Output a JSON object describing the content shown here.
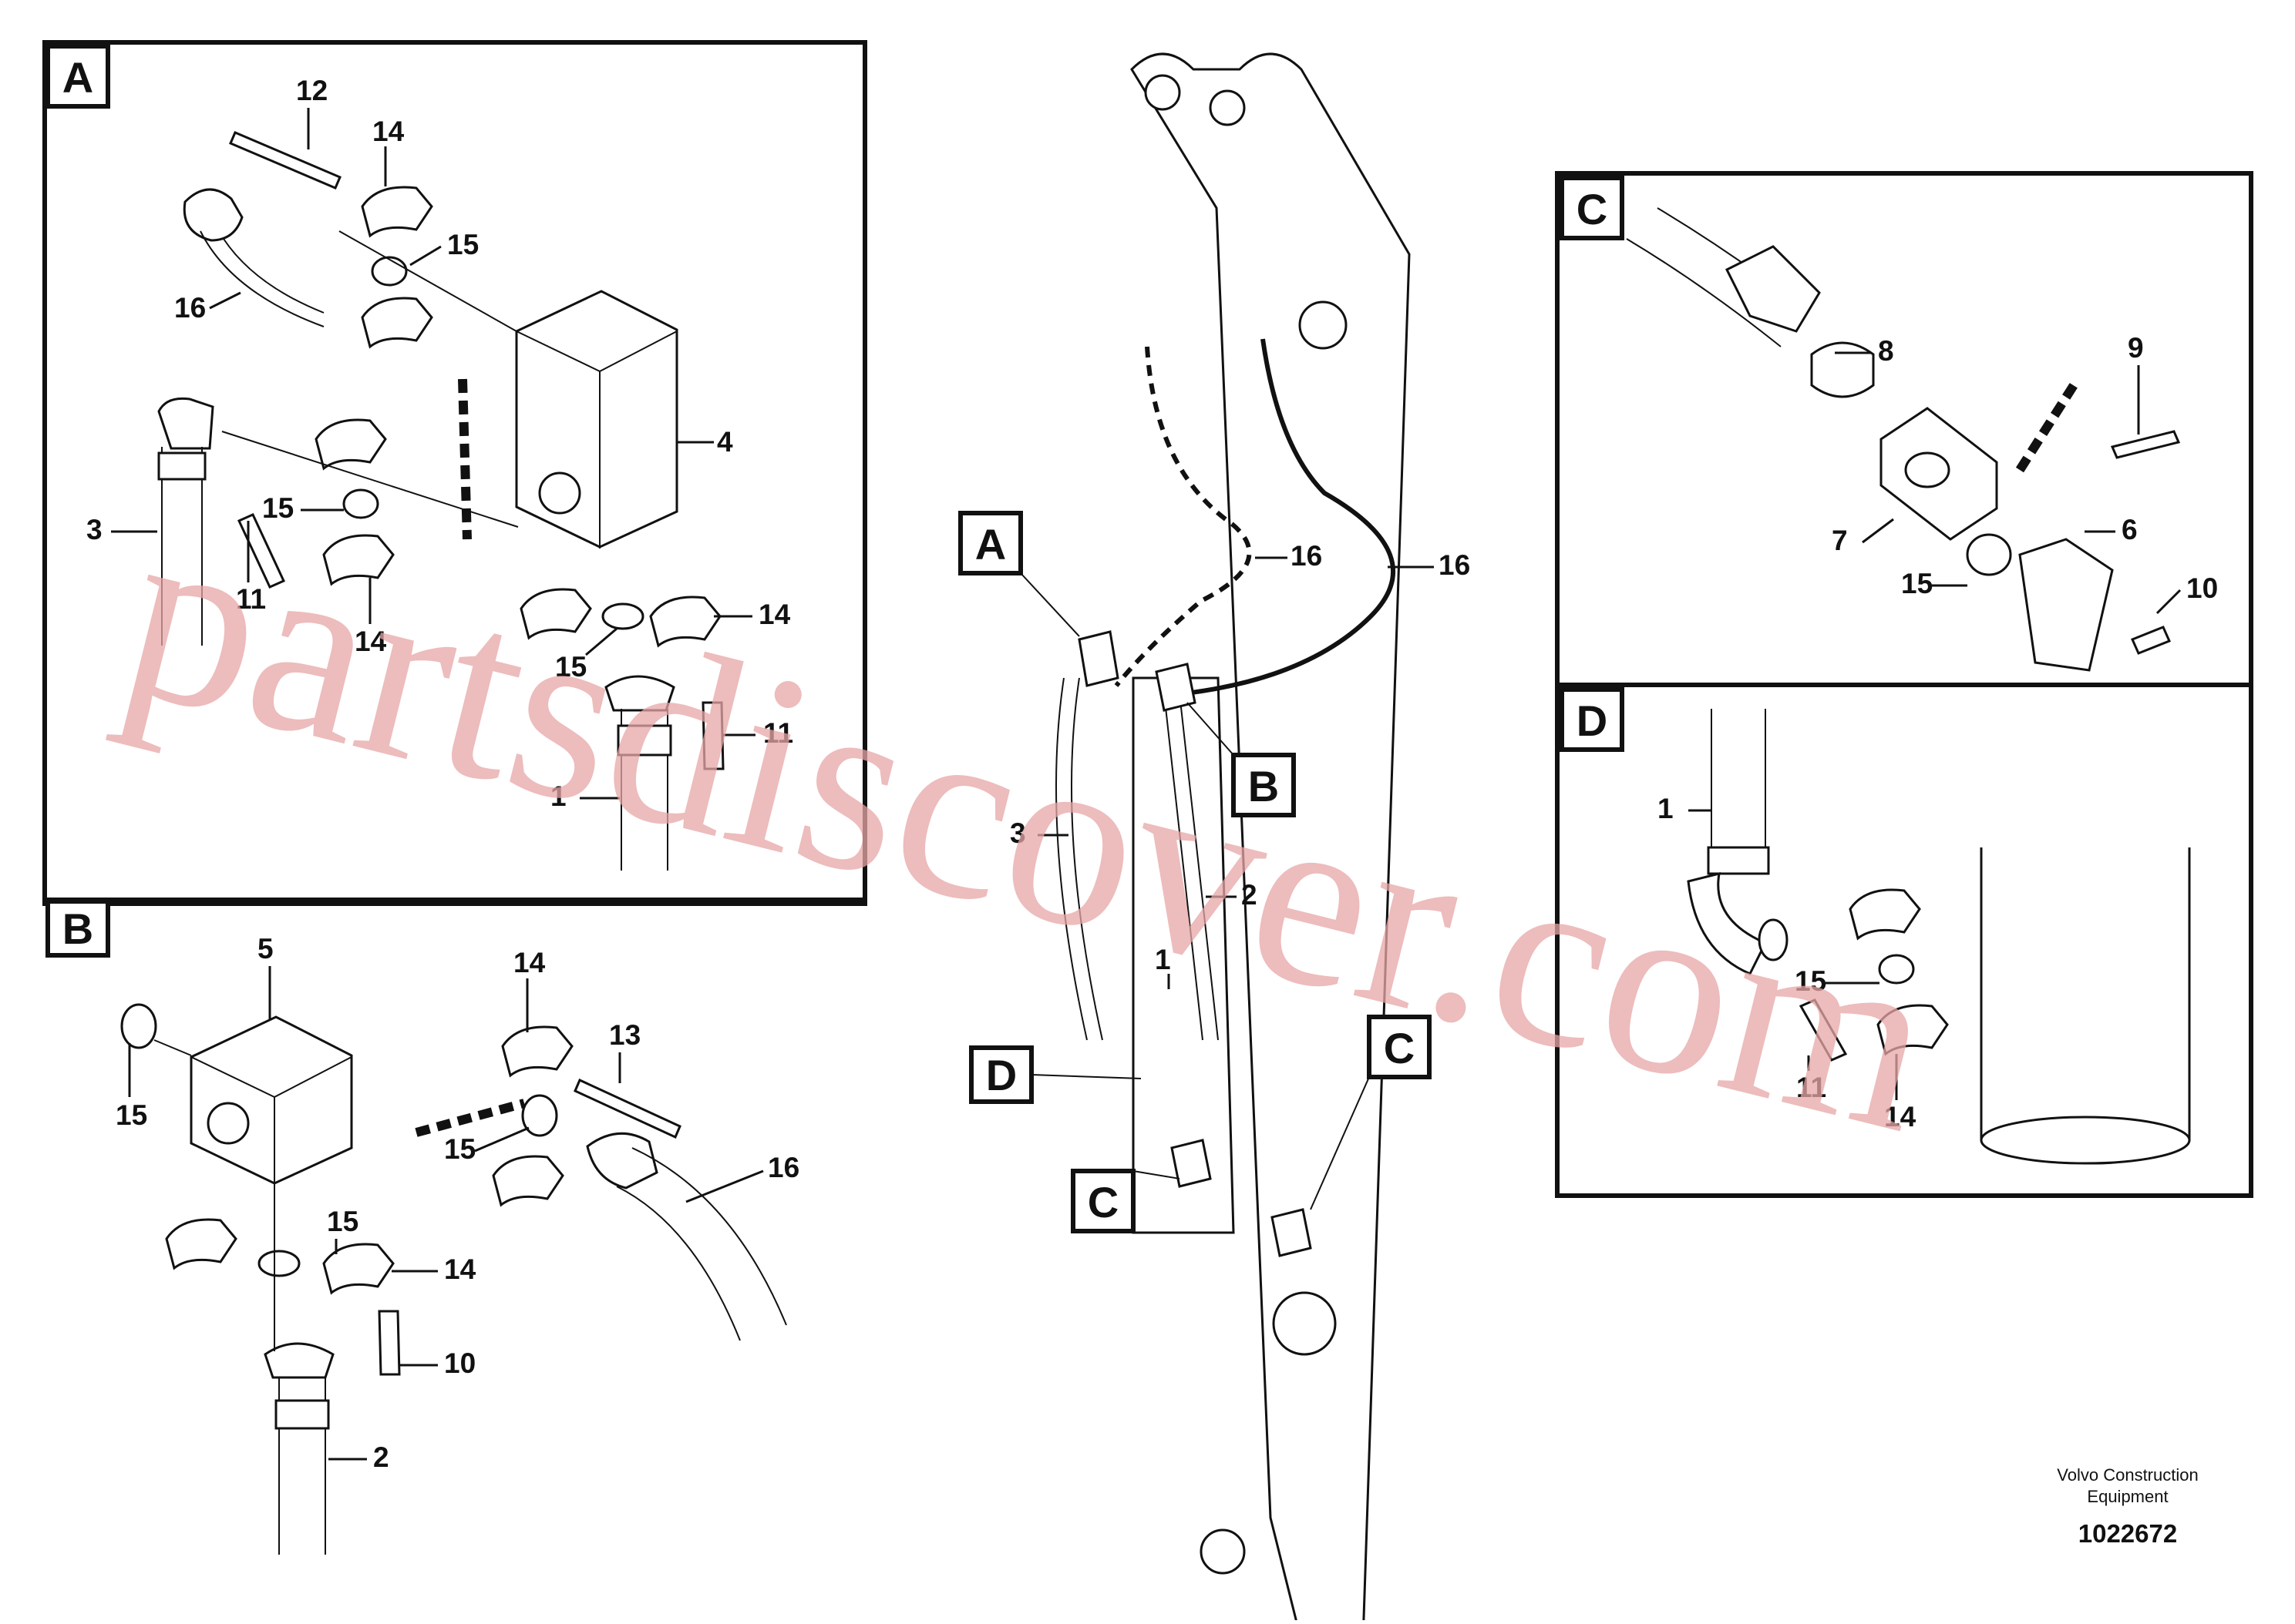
{
  "watermark": "partsdiscover.com",
  "credit": {
    "line1": "Volvo Construction",
    "line2": "Equipment"
  },
  "document_number": "1022672",
  "views": {
    "A": "A",
    "B": "B",
    "C": "C",
    "D": "D"
  },
  "callouts": {
    "a12": "12",
    "a14top": "14",
    "a15top": "15",
    "a16": "16",
    "a4": "4",
    "a3": "3",
    "a15mid": "15",
    "a11left": "11",
    "a14left": "14",
    "a14right": "14",
    "a15low": "15",
    "a11right": "11",
    "a1": "1",
    "b5": "5",
    "b15left": "15",
    "b14top": "14",
    "b13": "13",
    "b15mid": "15",
    "b16": "16",
    "b15low": "15",
    "b14right": "14",
    "b10": "10",
    "b2": "2",
    "c8": "8",
    "c9": "9",
    "c7": "7",
    "c6": "6",
    "c15": "15",
    "c10": "10",
    "d1": "1",
    "d15": "15",
    "d11": "11",
    "d14": "14",
    "m16dash": "16",
    "m16solid": "16",
    "m3": "3",
    "m2": "2",
    "m1": "1"
  },
  "main_labels": {
    "A": "A",
    "B": "B",
    "C1": "C",
    "C2": "C",
    "D": "D"
  }
}
